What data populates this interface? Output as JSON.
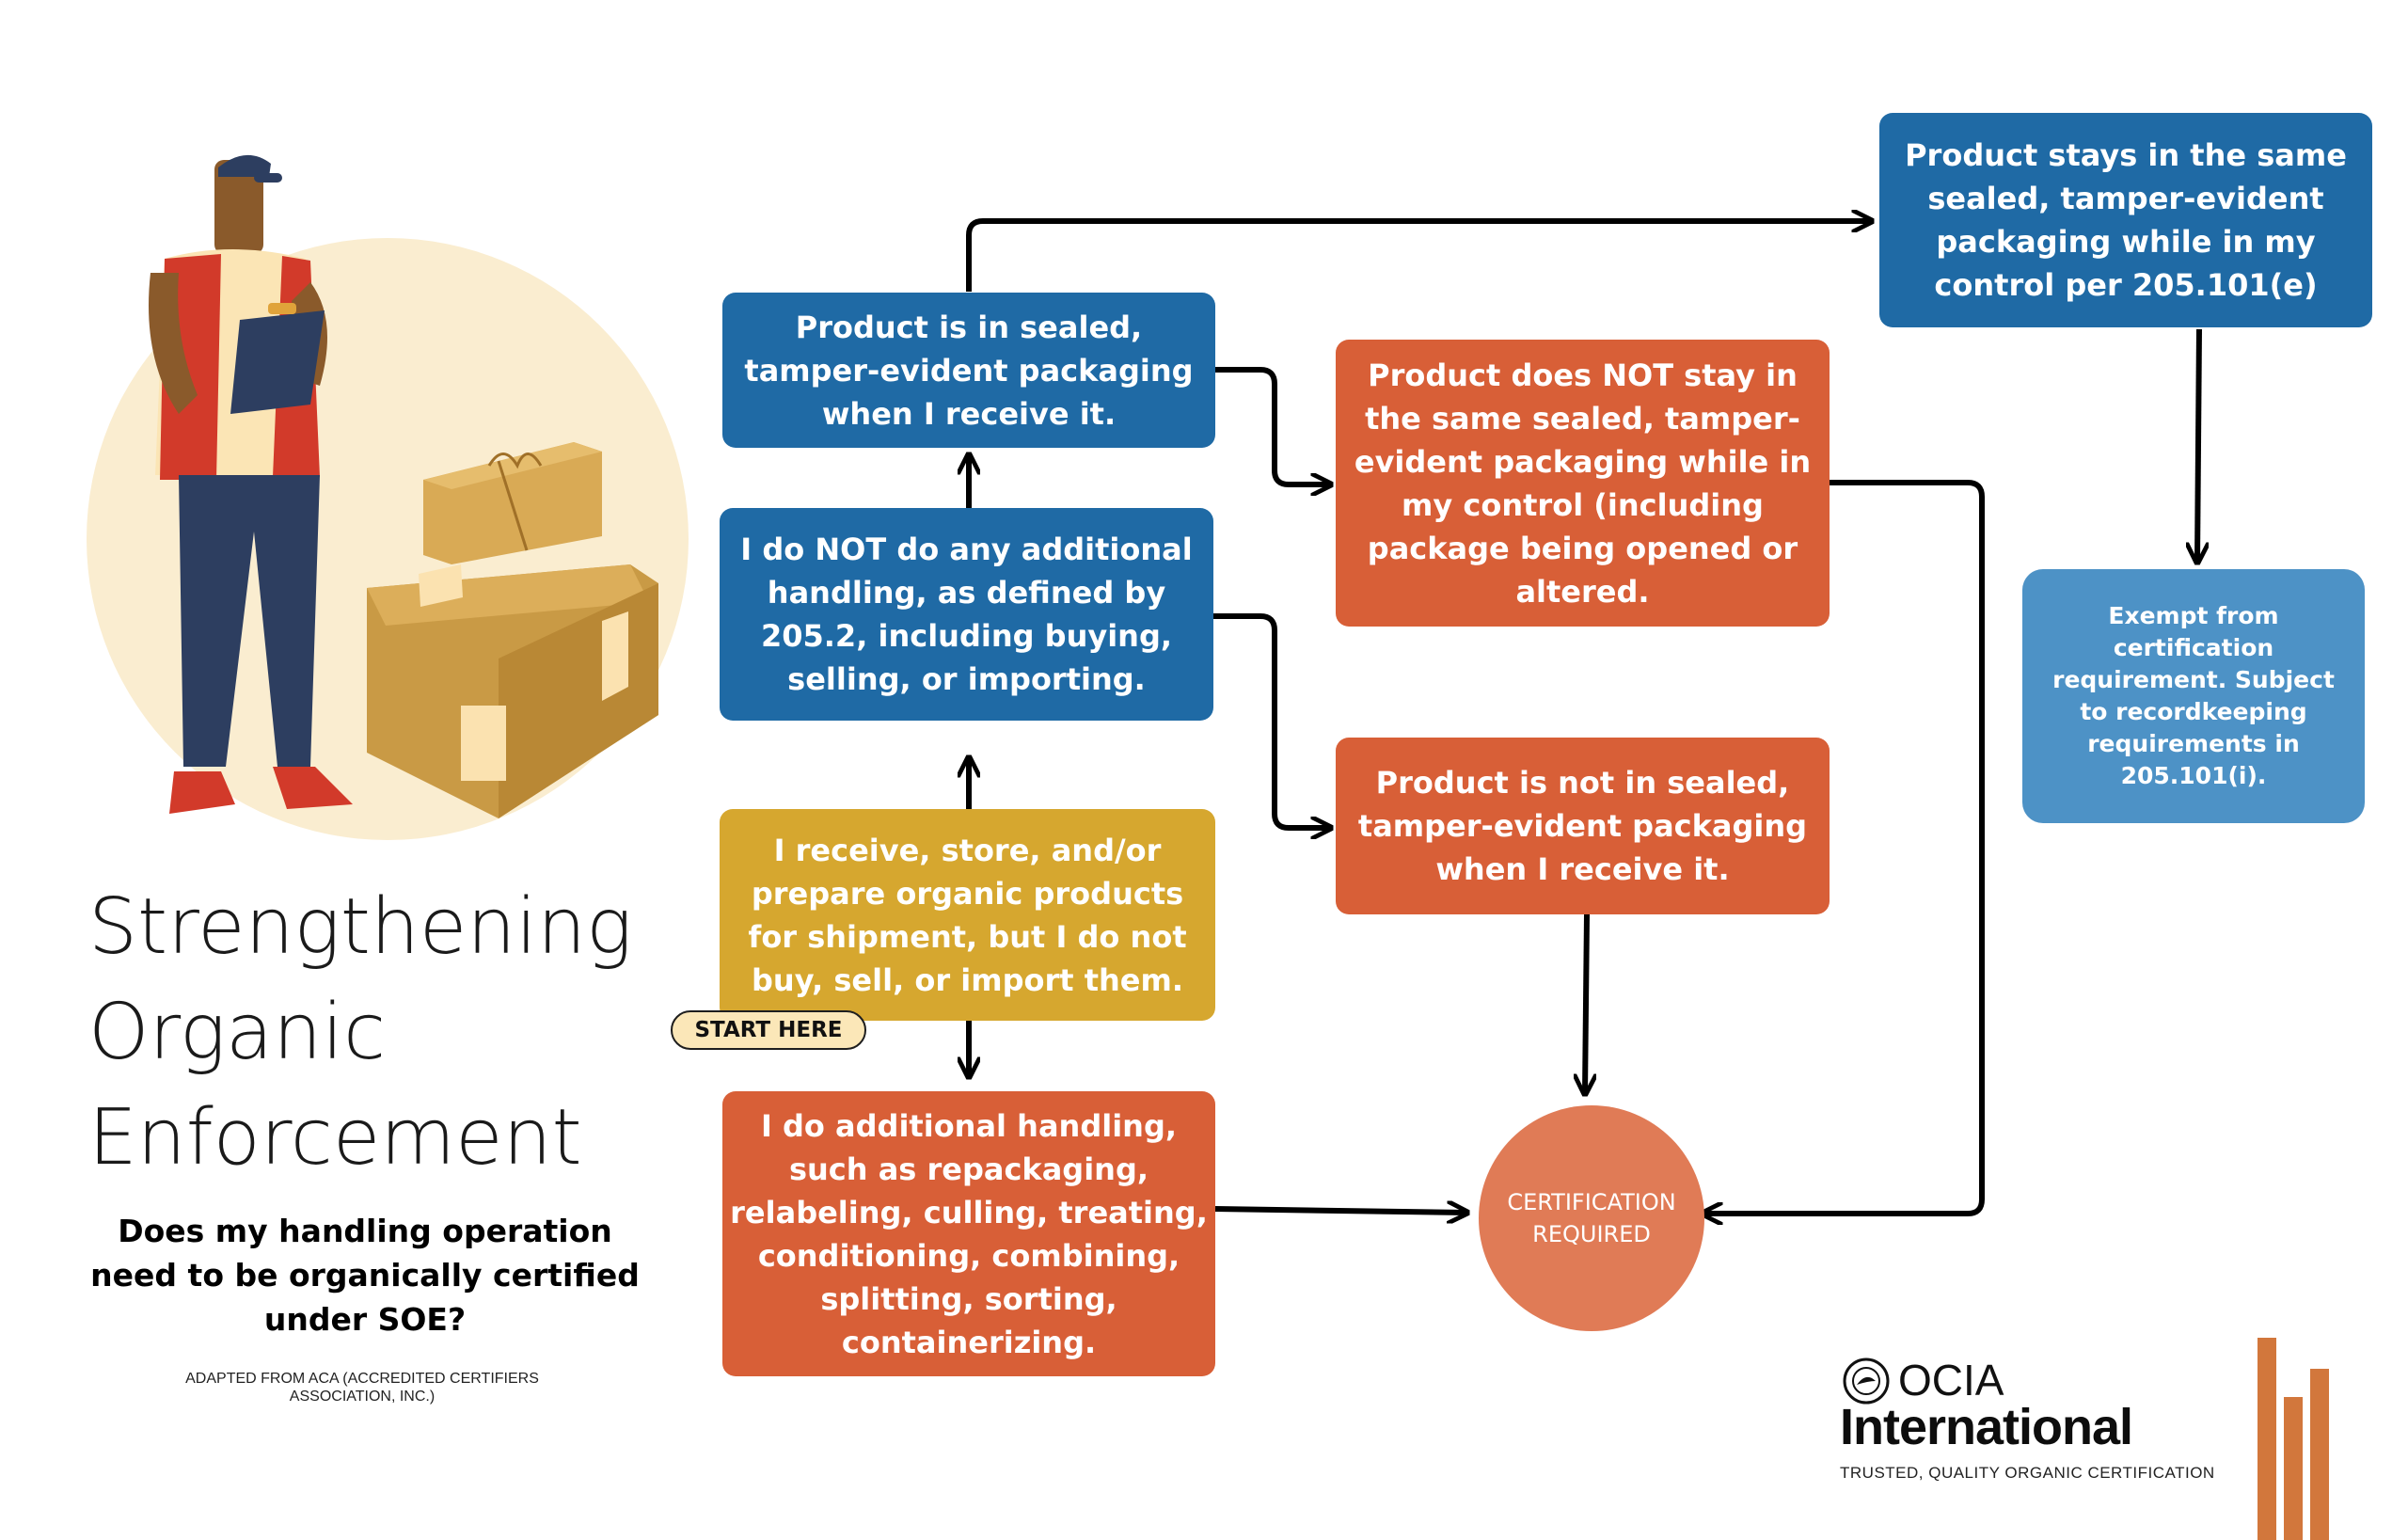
{
  "title": {
    "line1": "Strengthening",
    "line2": "Organic",
    "line3": "Enforcement"
  },
  "question": {
    "line1": "Does  my handling operation",
    "line2": "need to be organically certified",
    "line3": "under SOE?"
  },
  "attribution": {
    "line1": "ADAPTED FROM ACA (ACCREDITED CERTIFIERS",
    "line2": "ASSOCIATION, INC.)"
  },
  "start_label": "START HERE",
  "nodes": {
    "start": {
      "lines": [
        "I receive, store, and/or",
        "prepare organic products",
        "for shipment, but I do not",
        "buy, sell, or import them."
      ]
    },
    "no_additional_handling": {
      "lines": [
        "I do NOT do any additional",
        "handling, as defined by",
        "205.2, including buying,",
        "selling, or importing."
      ]
    },
    "sealed_received": {
      "lines": [
        "Product is in sealed,",
        "tamper-evident packaging",
        "when I receive it."
      ]
    },
    "additional_handling": {
      "lines": [
        "I do additional handling,",
        "such as repackaging,",
        "relabeling, culling, treating,",
        "conditioning, combining,",
        "splitting, sorting,",
        "containerizing."
      ]
    },
    "stays_sealed": {
      "lines": [
        "Product stays in the same",
        "sealed, tamper-evident",
        "packaging while in my",
        "control per 205.101(e)"
      ]
    },
    "not_stay_sealed": {
      "lines": [
        "Product does NOT stay in",
        "the same sealed, tamper-",
        "evident packaging while in",
        "my control (including",
        "package being opened or",
        "altered."
      ]
    },
    "not_sealed_received": {
      "lines": [
        "Product is not in sealed,",
        "tamper-evident packaging",
        "when I receive it."
      ]
    },
    "exempt": {
      "lines": [
        "Exempt from",
        "certification",
        "requirement. Subject",
        "to recordkeeping",
        "requirements in",
        "205.101(i)."
      ]
    },
    "certification_required": {
      "lines": [
        "CERTIFICATION",
        "REQUIRED"
      ]
    }
  },
  "logo": {
    "name": "OCIA",
    "name2": "International",
    "tagline": "TRUSTED, QUALITY ORGANIC CERTIFICATION"
  },
  "colors": {
    "blue": "#1f6aa5",
    "light_blue": "#4d92c6",
    "orange": "#d85f37",
    "circle": "#e07b56",
    "gold": "#d6a72f",
    "start_badge": "#fbe7b8",
    "bars": "#d2773c",
    "illustration_bg": "#faedd0"
  }
}
